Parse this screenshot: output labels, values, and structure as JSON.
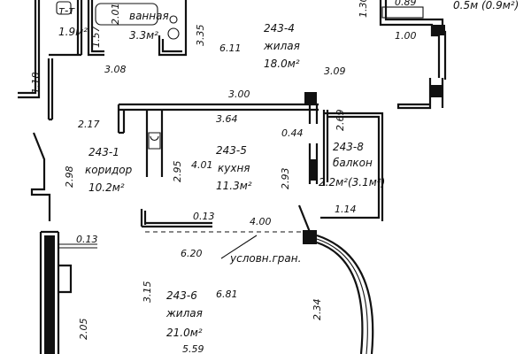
{
  "plan": {
    "rooms": [
      {
        "id": "243-1",
        "name": "коридор",
        "area": "10.2м²"
      },
      {
        "id": "243-4",
        "name": "жилая",
        "area": "18.0м²"
      },
      {
        "id": "243-5",
        "name": "кухня",
        "area": "11.3м²"
      },
      {
        "id": "243-6",
        "name": "жилая",
        "area": "21.0м²"
      },
      {
        "id": "243-8",
        "name": "балкон",
        "area": "2.2м²(3.1м²)"
      }
    ],
    "bath": {
      "name": "ванная",
      "area": "3.3м²"
    },
    "toilet": {
      "name": "т-т",
      "area": "1.9м²"
    },
    "top_right_note": "0.5м (0.9м²)",
    "boundary_label": "условн.гран.",
    "dims": {
      "d_2_01": "2.01",
      "d_1_57": "1.57",
      "d_3_35": "3.35",
      "d_6_11": "6.11",
      "d_1_30": "1.30",
      "d_0_89": "0.89",
      "d_1_00": "1.00",
      "d_3_08": "3.08",
      "d_3_09": "3.09",
      "d_1_18": "1.18",
      "d_3_00": "3.00",
      "d_2_17": "2.17",
      "d_3_64": "3.64",
      "d_2_69": "2.69",
      "d_0_44": "0.44",
      "d_4_01": "4.01",
      "d_2_95": "2.95",
      "d_2_93": "2.93",
      "d_2_98": "2.98",
      "d_1_14": "1.14",
      "d_0_13a": "0.13",
      "d_4_00": "4.00",
      "d_0_13b": "0.13",
      "d_6_20": "6.20",
      "d_3_15": "3.15",
      "d_6_81": "6.81",
      "d_2_34": "2.34",
      "d_2_05": "2.05",
      "d_5_59": "5.59"
    }
  }
}
